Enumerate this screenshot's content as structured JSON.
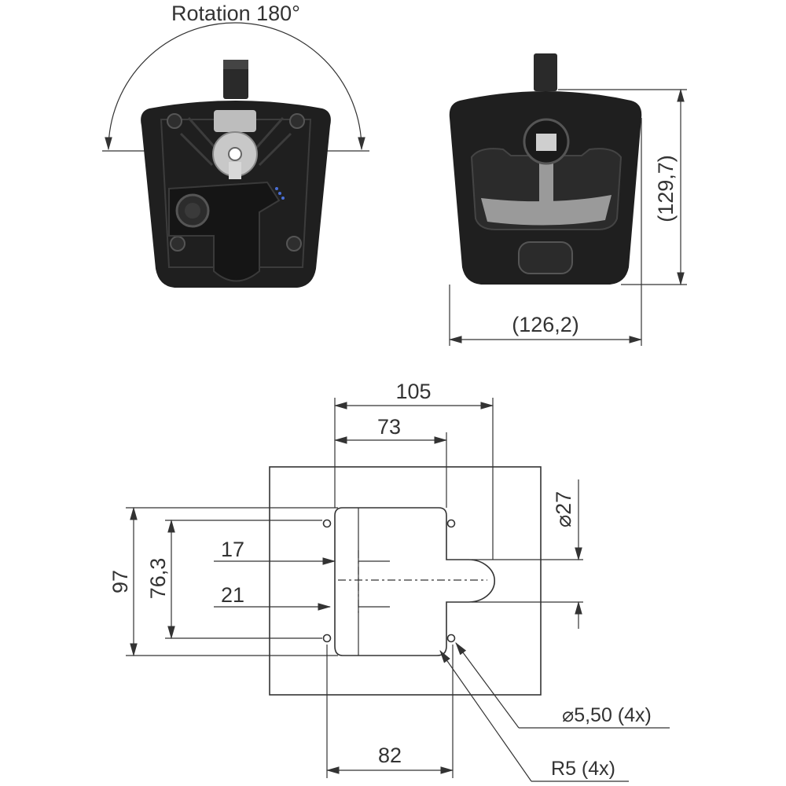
{
  "drawing": {
    "rotation_label": "Rotation 180°",
    "dimensions": {
      "overall_width": "(126,2)",
      "overall_height": "(129,7)",
      "cutout_105": "105",
      "cutout_73": "73",
      "cutout_97": "97",
      "cutout_76_3": "76,3",
      "offset_17": "17",
      "offset_21": "21",
      "diameter_27": "⌀27",
      "hole_diameter": "⌀5,50 (4x)",
      "corner_radius": "R5 (4x)",
      "cutout_82": "82"
    },
    "colors": {
      "body": "#1f1f1f",
      "accent_grey": "#9a9a9a",
      "light_grey": "#c8c8c8",
      "blue_dots": "#4a6fd6"
    }
  }
}
